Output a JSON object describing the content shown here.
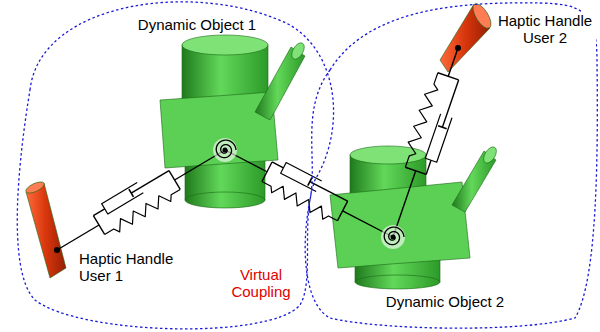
{
  "diagram": {
    "nodes": [
      {
        "text": [
          "Dynamic Object 1",
          "Haptic Handle User 1"
        ]
      },
      {
        "text": [
          "Haptic Handle User 2",
          "Dynamic Object 2"
        ]
      }
    ],
    "labels": [
      "Virtual Coupling"
    ]
  }
}
